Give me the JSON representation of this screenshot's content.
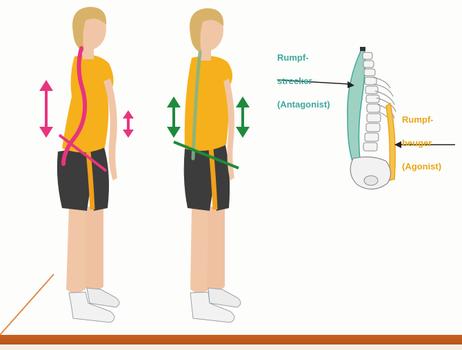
{
  "colors": {
    "pink": "#e8357d",
    "green": "#1f8a3c",
    "teal_label": "#3fa79c",
    "orange_label": "#e8a519",
    "shirt": "#f6b01b",
    "shorts": "#3c3c3c",
    "stripe": "#f0a01c",
    "skin": "#f1c6a6",
    "hair": "#d9b26a",
    "floor": "#c8621f"
  },
  "annotations": {
    "extensor": {
      "line1": "Rumpf-",
      "line2": "strecker",
      "line3": "(Antagonist)"
    },
    "flexor": {
      "line1": "Rumpf-",
      "line2": "beuger",
      "line3": "(Agonist)"
    }
  },
  "figures": [
    {
      "id": "left",
      "posture": "hollow-back",
      "arrow_color": "pink",
      "icons": [
        "vertical-arrow-icon",
        "vertical-arrow-icon"
      ]
    },
    {
      "id": "right",
      "posture": "upright",
      "arrow_color": "green",
      "icons": [
        "vertical-arrow-icon",
        "vertical-arrow-icon"
      ]
    }
  ]
}
